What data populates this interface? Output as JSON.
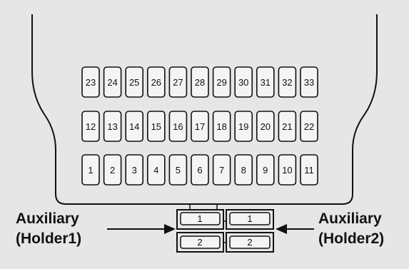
{
  "fuse_rows": [
    [
      "23",
      "24",
      "25",
      "26",
      "27",
      "28",
      "29",
      "30",
      "31",
      "32",
      "33"
    ],
    [
      "12",
      "13",
      "14",
      "15",
      "16",
      "17",
      "18",
      "19",
      "20",
      "21",
      "22"
    ],
    [
      "1",
      "2",
      "3",
      "4",
      "5",
      "6",
      "7",
      "8",
      "9",
      "10",
      "11"
    ]
  ],
  "auxiliary": {
    "left_holder": [
      "1",
      "2"
    ],
    "right_holder": [
      "1",
      "2"
    ]
  },
  "callouts": {
    "left": {
      "line1": "Auxiliary",
      "line2": "(Holder1)"
    },
    "right": {
      "line1": "Auxiliary",
      "line2": "(Holder2)"
    }
  },
  "colors": {
    "background": "#e6e6e6",
    "stroke": "#111111",
    "fuse_fill": "#f4f4f4"
  }
}
